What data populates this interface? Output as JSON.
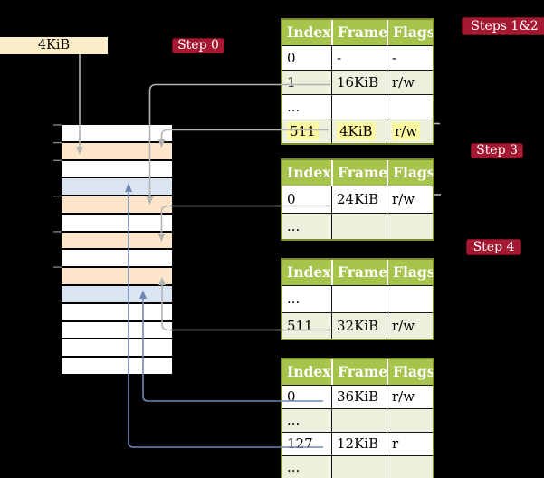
{
  "colors": {
    "background": "#000000",
    "header_green": "#a6c34c",
    "row_green": "#ecf1dd",
    "border_olive": "#7d8b2c",
    "peach": "#fce5c8",
    "blue_row": "#dbe5f1",
    "cream": "#fbeec9",
    "badge_red": "#a41931",
    "badge_border": "#7e0e22",
    "arrow_gray": "#b3b3b3",
    "arrow_blue": "#6e89b5",
    "tick_gray": "#8a8a8a",
    "highlight_yellow": "#fdf9a3",
    "cell_border": "#151515"
  },
  "labels": {
    "frame_box": "4KiB",
    "step0": "Step 0",
    "steps12": "Steps 1&2",
    "step3": "Step 3",
    "step4": "Step 4"
  },
  "tables": [
    {
      "headers": [
        "Index",
        "Frame",
        "Flags"
      ],
      "rows": [
        [
          "0",
          "-",
          "-"
        ],
        [
          "1",
          "16KiB",
          "r/w"
        ],
        [
          "...",
          "",
          ""
        ],
        [
          "511",
          "4KiB",
          "r/w"
        ]
      ],
      "highlighted_row": 3
    },
    {
      "headers": [
        "Index",
        "Frame",
        "Flags"
      ],
      "rows": [
        [
          "0",
          "24KiB",
          "r/w"
        ],
        [
          "...",
          "",
          ""
        ]
      ]
    },
    {
      "headers": [
        "Index",
        "Frame",
        "Flags"
      ],
      "rows": [
        [
          "...",
          "",
          ""
        ],
        [
          "511",
          "32KiB",
          "r/w"
        ]
      ]
    },
    {
      "headers": [
        "Index",
        "Frame",
        "Flags"
      ],
      "rows": [
        [
          "0",
          "36KiB",
          "r/w"
        ],
        [
          "...",
          "",
          ""
        ],
        [
          "127",
          "12KiB",
          "r"
        ],
        [
          "...",
          "",
          ""
        ]
      ]
    }
  ],
  "memory": {
    "rows": [
      "white",
      "peach",
      "white",
      "blue",
      "peach",
      "white",
      "peach",
      "white",
      "peach",
      "blue",
      "white",
      "white",
      "white",
      "white"
    ]
  },
  "connections": [
    {
      "name": "arrow-frame-4kib-pointer",
      "from": "frame-size-label",
      "to": "memory-row-1",
      "color": "gray"
    },
    {
      "name": "arrow-table1-entry1-to-16kib",
      "from": "table1 index 1 (16KiB)",
      "to": "memory-row-4",
      "color": "gray"
    },
    {
      "name": "arrow-table1-entry511-to-4kib",
      "from": "table1 index 511 (4KiB)",
      "to": "memory-row-1",
      "color": "gray"
    },
    {
      "name": "arrow-table2-entry0-to-24kib",
      "from": "table2 index 0 (24KiB)",
      "to": "memory-row-6",
      "color": "gray"
    },
    {
      "name": "arrow-table3-entry511-to-32kib",
      "from": "table3 index 511 (32KiB)",
      "to": "memory-row-8",
      "color": "gray"
    },
    {
      "name": "arrow-table4-entry0-to-36kib",
      "from": "table4 index 0 (36KiB)",
      "to": "memory-row-9",
      "color": "blue"
    },
    {
      "name": "arrow-table4-entry127-to-12kib",
      "from": "table4 index 127 (12KiB)",
      "to": "memory-row-3",
      "color": "blue"
    }
  ]
}
